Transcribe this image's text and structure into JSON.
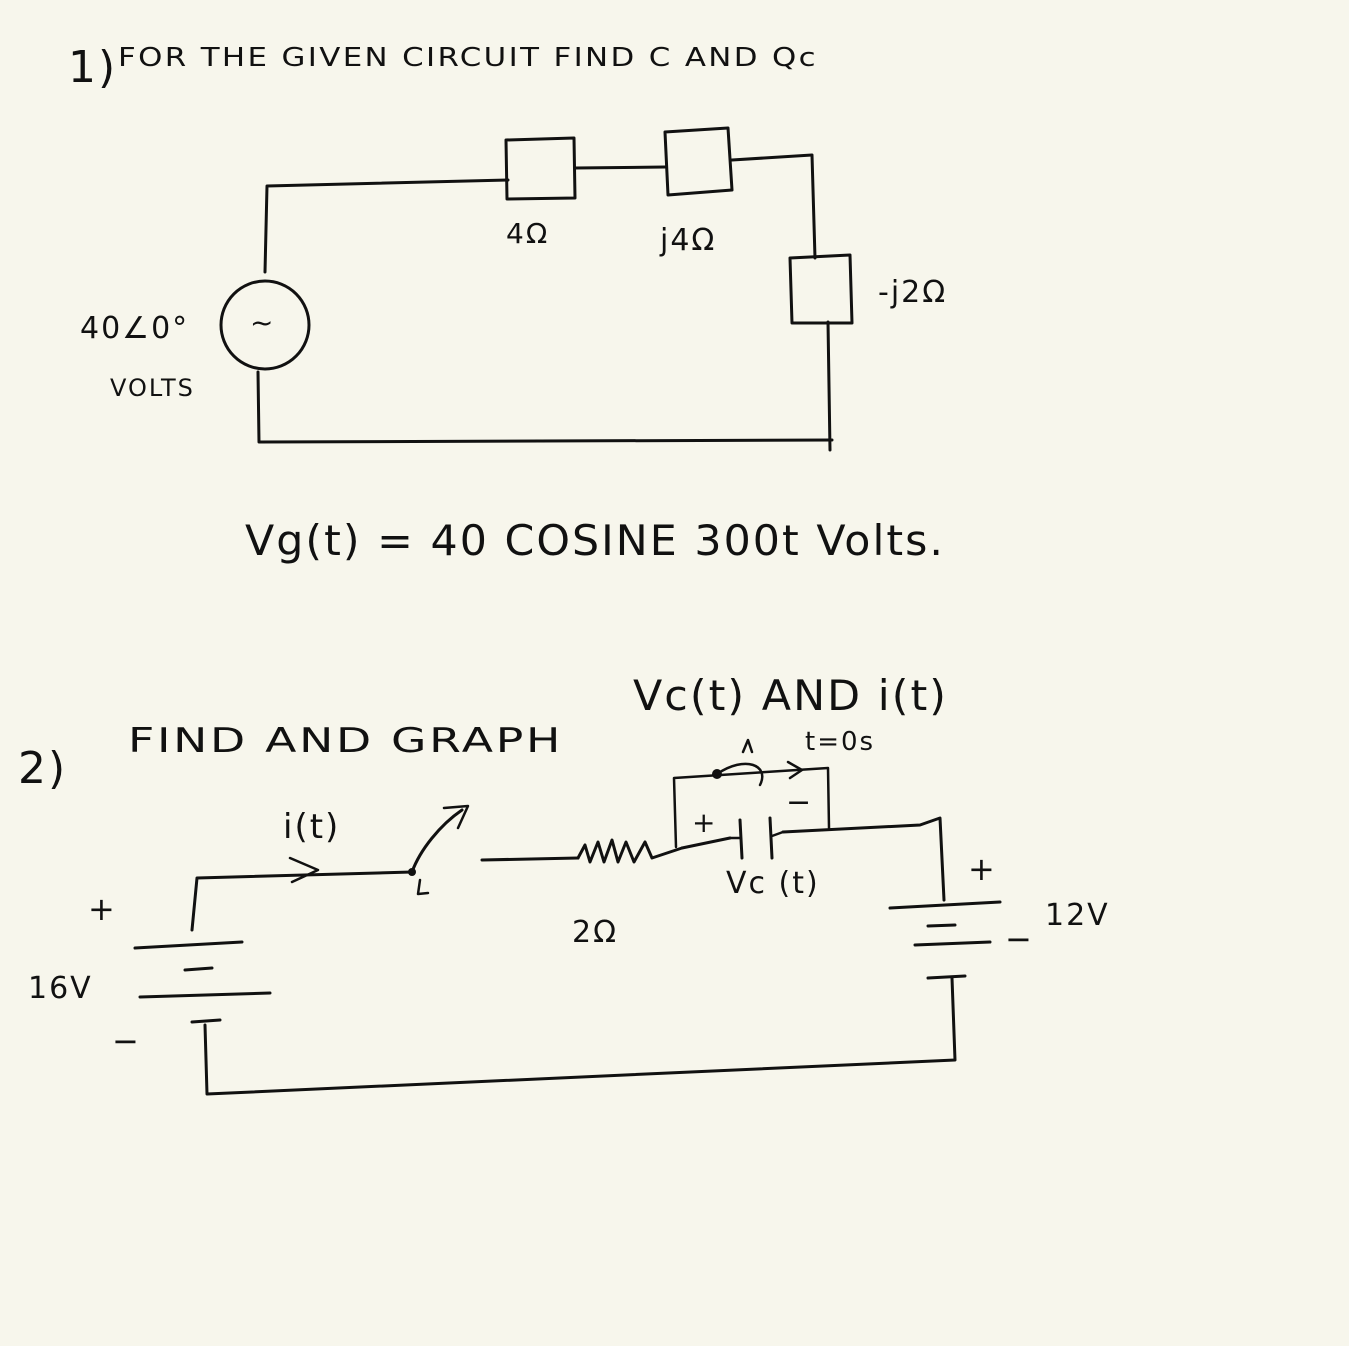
{
  "problem1": {
    "number": "1)",
    "prompt": "FOR THE GIVEN CIRCUIT FIND C AND Qc",
    "source_value": "40∠0°",
    "source_unit": "VOLTS",
    "source_symbol": "~",
    "resistor_label": "4Ω",
    "inductor_label": "j4Ω",
    "capacitor_label": "-j2Ω",
    "equation": "Vg(t) = 40 COSINE 300t Volts."
  },
  "problem2": {
    "number": "2)",
    "prompt": "FIND AND GRAPH",
    "targets": "Vc(t) AND i(t)",
    "switch_time": "t=0s",
    "current_label": "i(t)",
    "cap_plus": "+",
    "cap_minus": "−",
    "cap_voltage_label": "Vc (t)",
    "resistor_label": "2Ω",
    "left_source_value": "16V",
    "left_source_plus": "+",
    "left_source_minus": "−",
    "right_source_value": "12V",
    "right_source_plus": "+",
    "right_source_minus": "−"
  }
}
